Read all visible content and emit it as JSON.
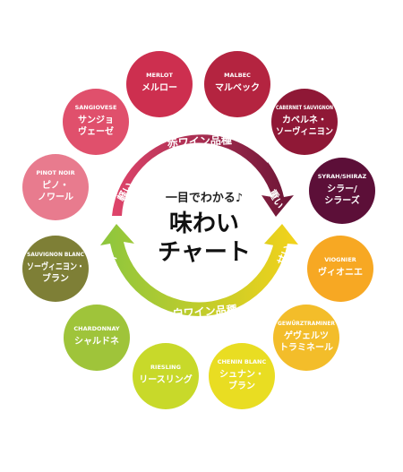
{
  "center": {
    "subtitle": "一目でわかる♪",
    "title_line1": "味わい",
    "title_line2": "チャート"
  },
  "arrows": {
    "red_label": "赤ワイン品種",
    "white_label": "白ワイン品種",
    "red_left": "軽い",
    "red_right": "重い",
    "white_left": "辛い",
    "white_right": "甘い",
    "colors": {
      "red_start": "#e0456b",
      "red_end": "#6b1535",
      "white_start": "#8cc63e",
      "white_end": "#f3d21a"
    }
  },
  "varieties": [
    {
      "en": "MERLOT",
      "ja": [
        "メルロー"
      ],
      "color": "#cd2f4f"
    },
    {
      "en": "MALBEC",
      "ja": [
        "マルベック"
      ],
      "color": "#b42440"
    },
    {
      "en": "CABERNET SAUVIGNON",
      "ja": [
        "カベルネ・",
        "ソーヴィニヨン"
      ],
      "color": "#8f1836"
    },
    {
      "en": "SYRAH/SHIRAZ",
      "ja": [
        "シラー/",
        "シラーズ"
      ],
      "color": "#5c0f38"
    },
    {
      "en": "VIOGNIER",
      "ja": [
        "ヴィオニエ"
      ],
      "color": "#f7a823"
    },
    {
      "en": "GEWÜRZTRAMINER",
      "ja": [
        "ゲヴェルツ",
        "トラミネール"
      ],
      "color": "#f3bd2a"
    },
    {
      "en": "CHENIN BLANC",
      "ja": [
        "シュナン・",
        "ブラン"
      ],
      "color": "#e9dd22"
    },
    {
      "en": "RIESLING",
      "ja": [
        "リースリング"
      ],
      "color": "#c8d92a"
    },
    {
      "en": "CHARDONNAY",
      "ja": [
        "シャルドネ"
      ],
      "color": "#9fc43a"
    },
    {
      "en": "SAUVIGNON BLANC",
      "ja": [
        "ソーヴィニヨン・",
        "ブラン"
      ],
      "color": "#7e7f36"
    },
    {
      "en": "PINOT NOIR",
      "ja": [
        "ピノ・",
        "ノワール"
      ],
      "color": "#e87b8e"
    },
    {
      "en": "SANGIOVESE",
      "ja": [
        "サンジョ",
        "ヴェーゼ"
      ],
      "color": "#e0506c"
    }
  ]
}
